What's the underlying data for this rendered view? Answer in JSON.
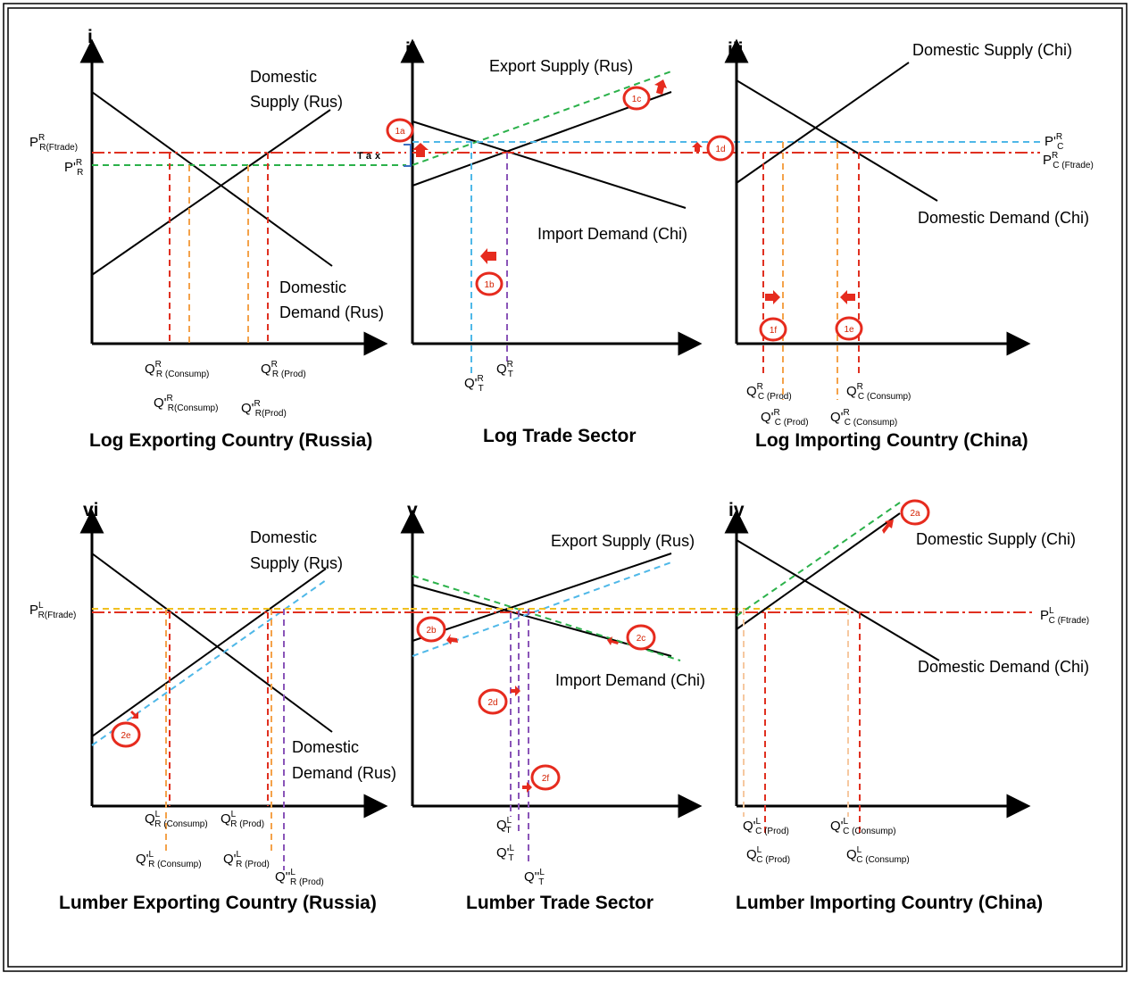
{
  "colors": {
    "red": "#e03020",
    "green": "#2bb14a",
    "blue": "#4fb8e8",
    "orange": "#f4a24a",
    "darkorange": "#e07020",
    "purple": "#8a55b8",
    "yellow": "#f0c020",
    "marker": "#e62b1e"
  },
  "panels": {
    "i": {
      "id": "i",
      "title": "Log Exporting Country (Russia)",
      "supply": [
        "Domestic",
        "Supply (Rus)"
      ],
      "demand": [
        "Domestic",
        "Demand (Rus)"
      ]
    },
    "ii": {
      "id": "ii",
      "title": "Log Trade Sector",
      "supply": "Export Supply (Rus)",
      "demand": "Import Demand (Chi)",
      "tax": "Tax"
    },
    "iii": {
      "id": "iii",
      "title": "Log Importing Country (China)",
      "supply": "Domestic Supply (Chi)",
      "demand": "Domestic Demand  (Chi)"
    },
    "iv": {
      "id": "iv",
      "title": "Lumber Importing Country (China)",
      "supply": "Domestic Supply (Chi)",
      "demand": "Domestic Demand  (Chi)"
    },
    "v": {
      "id": "v",
      "title": "Lumber Trade Sector",
      "supply": "Export Supply (Rus)",
      "demand": "Import Demand (Chi)"
    },
    "vi": {
      "id": "vi",
      "title": "Lumber Exporting Country (Russia)",
      "supply": [
        "Domestic",
        "Supply (Rus)"
      ],
      "demand": [
        "Domestic",
        "Demand (Rus)"
      ]
    }
  },
  "markers": [
    "1a",
    "1b",
    "1c",
    "1d",
    "1e",
    "1f",
    "2a",
    "2b",
    "2c",
    "2d",
    "2e",
    "2f"
  ],
  "labels": {
    "p_i_1": {
      "b": "P",
      "sup": "R",
      "sub": "R(Ftrade)"
    },
    "p_i_2": {
      "b": "P'",
      "sup": "R",
      "sub": "R"
    },
    "p_iii_1": {
      "b": "P'",
      "sup": "R",
      "sub": "C"
    },
    "p_iii_2": {
      "b": "P",
      "sup": "R",
      "sub": "C (Ftrade)"
    },
    "p_vi_1": {
      "b": "P",
      "sup": "L",
      "sub": "R(Ftrade)"
    },
    "p_iv_1": {
      "b": "P",
      "sup": "L",
      "sub": "C (Ftrade)"
    },
    "q_i_1": {
      "b": "Q",
      "sup": "R",
      "sub": "R (Consump)"
    },
    "q_i_2": {
      "b": "Q'",
      "sup": "R",
      "sub": "R(Consump)"
    },
    "q_i_3": {
      "b": "Q",
      "sup": "R",
      "sub": "R (Prod)"
    },
    "q_i_4": {
      "b": "Q'",
      "sup": "R",
      "sub": "R(Prod)"
    },
    "q_ii_1": {
      "b": "Q'",
      "sup": "R",
      "sub": "T"
    },
    "q_ii_2": {
      "b": "Q",
      "sup": "R",
      "sub": "T"
    },
    "q_iii_1": {
      "b": "Q",
      "sup": "R",
      "sub": "C (Prod)"
    },
    "q_iii_2": {
      "b": "Q'",
      "sup": "R",
      "sub": "C (Prod)"
    },
    "q_iii_3": {
      "b": "Q",
      "sup": "R",
      "sub": "C (Consump)"
    },
    "q_iii_4": {
      "b": "Q'",
      "sup": "R",
      "sub": "C (Consump)"
    },
    "q_vi_1": {
      "b": "Q",
      "sup": "L",
      "sub": "R (Consump)"
    },
    "q_vi_2": {
      "b": "Q",
      "sup": "L",
      "sub": "R (Prod)"
    },
    "q_vi_3": {
      "b": "Q'",
      "sup": "L",
      "sub": "R (Consump)"
    },
    "q_vi_4": {
      "b": "Q'",
      "sup": "L",
      "sub": "R (Prod)"
    },
    "q_vi_5": {
      "b": "Q''",
      "sup": "L",
      "sub": "R (Prod)"
    },
    "q_v_1": {
      "b": "Q",
      "sup": "L",
      "sub": "T"
    },
    "q_v_2": {
      "b": "Q'",
      "sup": "L",
      "sub": "T"
    },
    "q_v_3": {
      "b": "Q''",
      "sup": "L",
      "sub": "T"
    },
    "q_iv_1": {
      "b": "Q'",
      "sup": "L",
      "sub": "C (Prod)"
    },
    "q_iv_2": {
      "b": "Q",
      "sup": "L",
      "sub": "C (Prod)"
    },
    "q_iv_3": {
      "b": "Q'",
      "sup": "L",
      "sub": "C (Consump)"
    },
    "q_iv_4": {
      "b": "Q",
      "sup": "L",
      "sub": "C (Consump)"
    }
  }
}
